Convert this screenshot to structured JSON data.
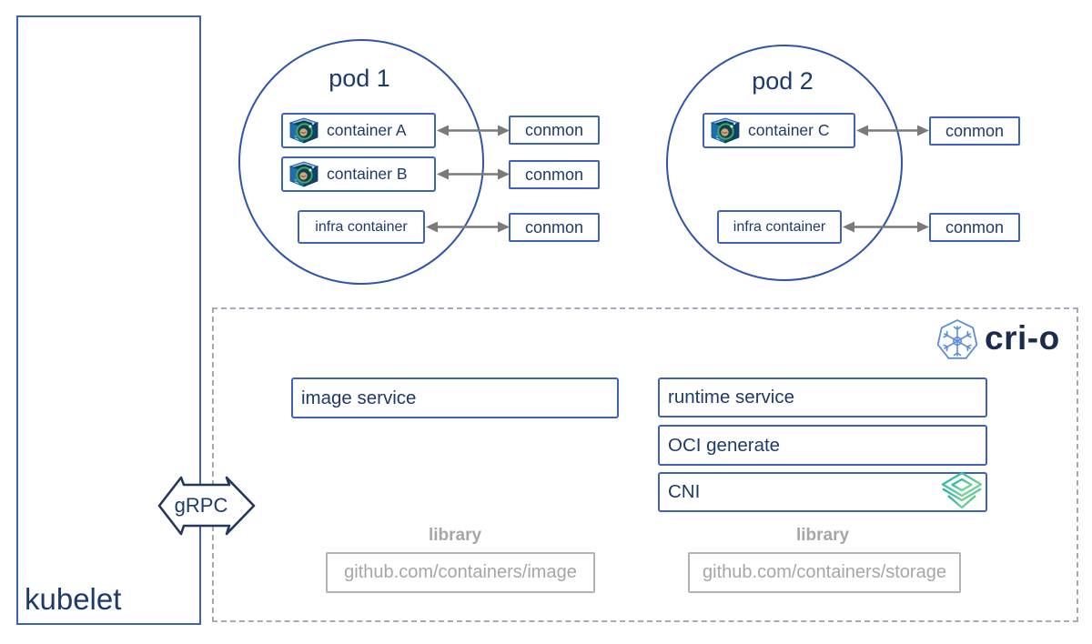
{
  "palette": {
    "box_border_blue": "#3b63bd",
    "circle_blue": "#2d55ab",
    "text_navy": "#1e3a6d",
    "crio_navy": "#1b2b4f",
    "arrow_gray": "#7a7a7a",
    "library_gray": "#a6a6a6",
    "dashed_border": "#a3aaba",
    "crio_logo_blue": "#5b8dd9",
    "cni_teal": "#1fb0a7",
    "cni_green": "#8fdc8f"
  },
  "icons": {
    "container": "container-cube-icon",
    "crio_logo": "crio-heptagon-snowflake-icon",
    "cni_logo": "cni-isometric-cube-icon"
  },
  "kubelet": {
    "label": "kubelet"
  },
  "grpc": {
    "label": "gRPC"
  },
  "conmon_label": "conmon",
  "pods": [
    {
      "title": "pod 1",
      "containers": [
        {
          "label": "container A",
          "has_icon": true
        },
        {
          "label": "container B",
          "has_icon": true
        },
        {
          "label": "infra container",
          "has_icon": false
        }
      ]
    },
    {
      "title": "pod 2",
      "containers": [
        {
          "label": "container C",
          "has_icon": true
        },
        {
          "label": "infra container",
          "has_icon": false
        }
      ]
    }
  ],
  "crio": {
    "logo_text": "cri-o",
    "services": {
      "image": "image service",
      "runtime": "runtime service",
      "oci": "OCI generate",
      "cni": "CNI"
    },
    "libraries": [
      {
        "heading": "library",
        "repo": "github.com/containers/image"
      },
      {
        "heading": "library",
        "repo": "github.com/containers/storage"
      }
    ]
  }
}
